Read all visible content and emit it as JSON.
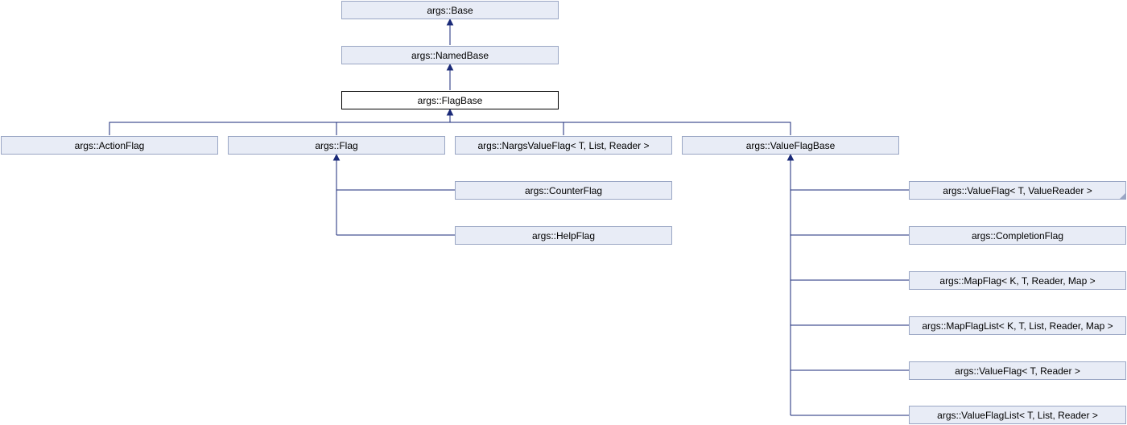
{
  "nodes": {
    "base": "args::Base",
    "named_base": "args::NamedBase",
    "flag_base": "args::FlagBase",
    "action_flag": "args::ActionFlag",
    "flag": "args::Flag",
    "nargs_value_flag": "args::NargsValueFlag< T, List, Reader >",
    "value_flag_base": "args::ValueFlagBase",
    "counter_flag": "args::CounterFlag",
    "help_flag": "args::HelpFlag",
    "value_flag_value_reader": "args::ValueFlag< T, ValueReader >",
    "completion_flag": "args::CompletionFlag",
    "map_flag": "args::MapFlag< K, T, Reader, Map >",
    "map_flag_list": "args::MapFlagList< K, T, List, Reader, Map >",
    "value_flag_reader": "args::ValueFlag< T, Reader >",
    "value_flag_list": "args::ValueFlagList< T, List, Reader >"
  },
  "colors": {
    "node_fill": "#e8ecf6",
    "node_border": "#9aa6c4",
    "current_border": "#000000",
    "edge": "#1a2a78"
  }
}
